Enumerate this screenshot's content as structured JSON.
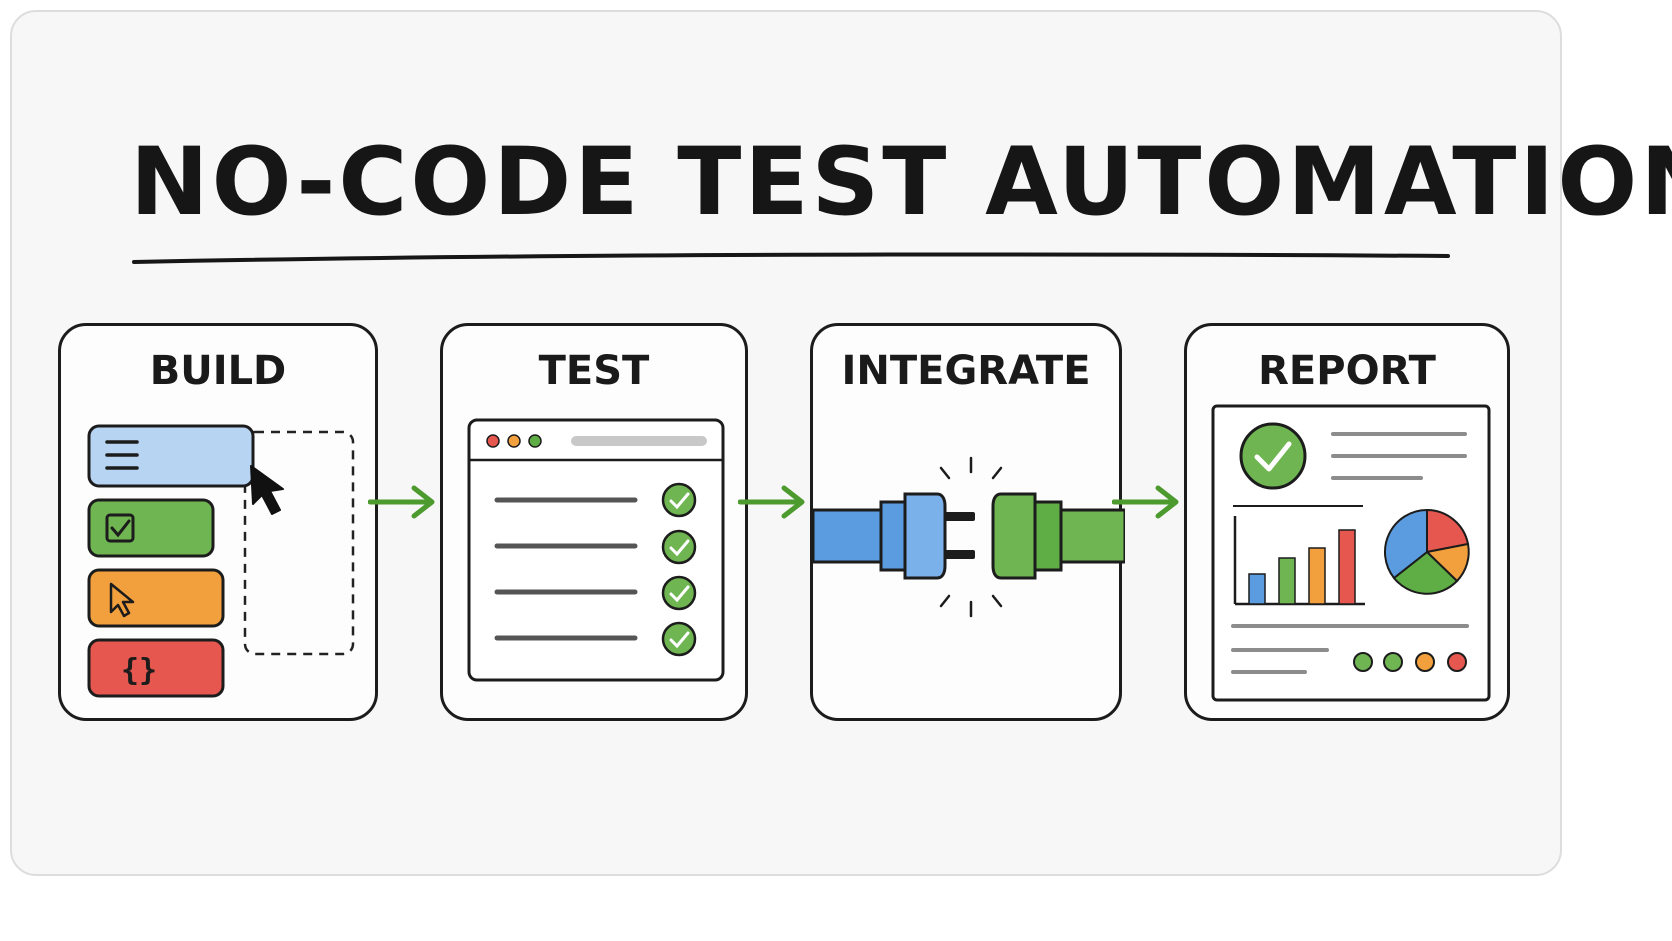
{
  "title": "NO-CODE TEST AUTOMATION",
  "steps": [
    {
      "label": "BUILD"
    },
    {
      "label": "TEST"
    },
    {
      "label": "INTEGRATE"
    },
    {
      "label": "REPORT"
    }
  ],
  "colors": {
    "blue": "#5b9be0",
    "green": "#5fae45",
    "orange": "#f2a03d",
    "red": "#e5574f",
    "arrow": "#4d9a2f",
    "ink": "#1a1a1a"
  },
  "icons": {
    "build": [
      "menu-lines-icon",
      "checkbox-icon",
      "cursor-icon",
      "curly-braces-icon",
      "mouse-pointer-icon"
    ],
    "test": [
      "browser-window-icon",
      "check-circle-icon"
    ],
    "integrate": [
      "plug-icon",
      "socket-icon"
    ],
    "report": [
      "check-circle-icon",
      "bar-chart-icon",
      "pie-chart-icon",
      "status-dots-icon"
    ]
  }
}
